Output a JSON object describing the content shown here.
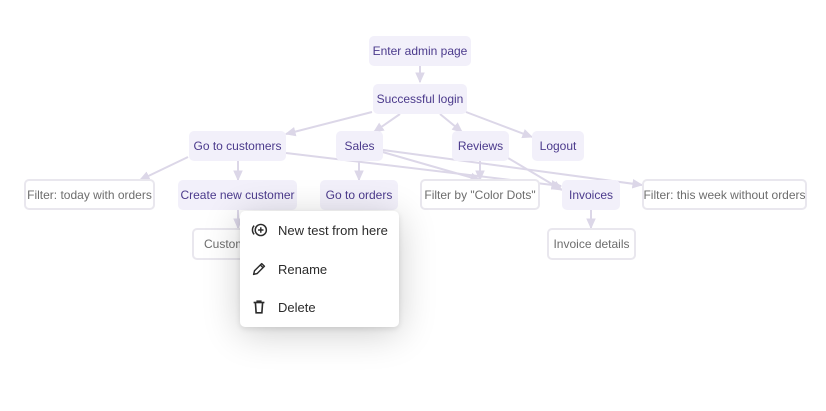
{
  "nodes": {
    "enter_admin_page": "Enter admin page",
    "successful_login": "Successful login",
    "go_to_customers": "Go to customers",
    "sales": "Sales",
    "reviews": "Reviews",
    "logout": "Logout",
    "filter_today_orders": "Filter: today with orders",
    "create_new_customer": "Create new customer",
    "go_to_orders": "Go to orders",
    "filter_color_dots": "Filter by \"Color Dots\"",
    "invoices": "Invoices",
    "filter_week_no_orders": "Filter: this week without orders",
    "customer_partial": "Custom",
    "invoice_details": "Invoice details"
  },
  "context_menu": {
    "new_test": "New test from here",
    "rename": "Rename",
    "delete": "Delete"
  },
  "colors": {
    "node_fill": "#f2f0fa",
    "node_text": "#4b3a8c",
    "outline_border": "#e9e7ee",
    "edge": "#dcd7e8"
  }
}
